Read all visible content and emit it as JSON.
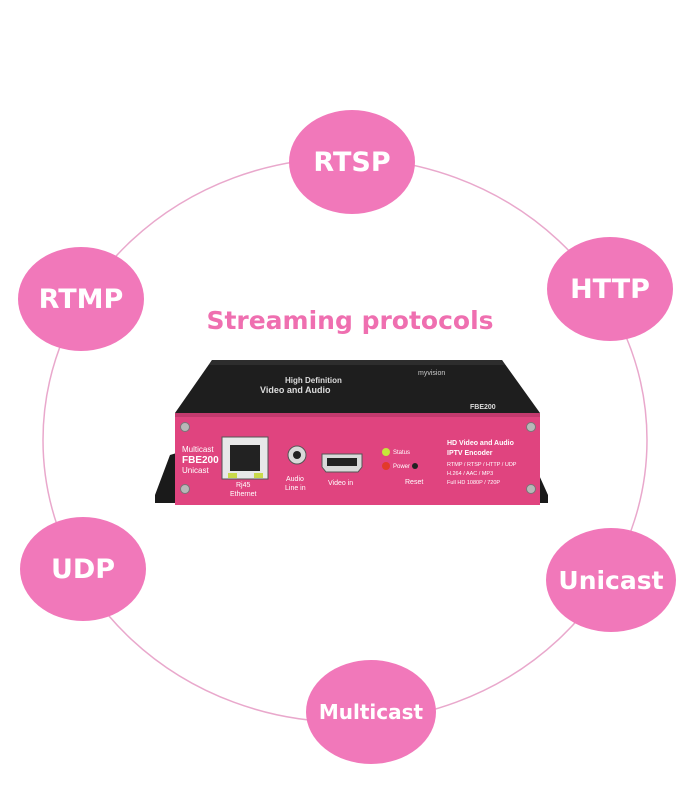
{
  "protocols": {
    "rtsp": "RTSP",
    "http": "HTTP",
    "rtmp": "RTMP",
    "udp": "UDP",
    "unicast": "Unicast",
    "multicast": "Multicast"
  },
  "title": "Streaming protocols",
  "device": {
    "top_line1": "High Definition",
    "top_line2": "Video and Audio",
    "top_brand": "myvision",
    "model_top": "FBE200",
    "panel_multicast": "Multicast",
    "panel_model": "FBE200",
    "panel_unicast": "Unicast",
    "port_rj45": "Rj45",
    "port_ethernet": "Ethernet",
    "port_audio": "Audio",
    "port_linein": "Line in",
    "port_video": "Video in",
    "led_status": "Status",
    "led_power": "Power",
    "reset": "Reset",
    "info_line1": "HD Video and Audio",
    "info_line2": "IPTV Encoder",
    "info_line3": "RTMP / RTSP / HTTP / UDP",
    "info_line4": "H.264 / AAC / MP3",
    "info_line5": "Full HD 1080P / 720P"
  },
  "colors": {
    "bubble": "#f178ba",
    "title": "#ef6fb0",
    "ring": "#e9a8cc",
    "device_pink": "#e0447f",
    "device_top": "#1e1e1e"
  }
}
